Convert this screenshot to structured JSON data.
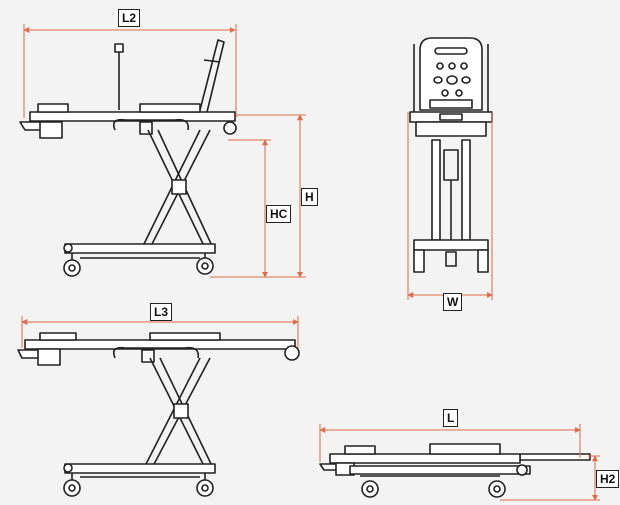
{
  "labels": {
    "l2": "L2",
    "h": "H",
    "hc": "HC",
    "w": "W",
    "l3": "L3",
    "l": "L",
    "h2": "H2"
  },
  "colors": {
    "background": "#f3f3f3",
    "dimension_line": "#e06a4a",
    "drawing_stroke": "#222222",
    "label_fill": "#ffffff"
  },
  "views": [
    "stretcher-side-view-raised",
    "stretcher-front-view",
    "stretcher-side-view-mid",
    "stretcher-side-view-collapsed"
  ]
}
